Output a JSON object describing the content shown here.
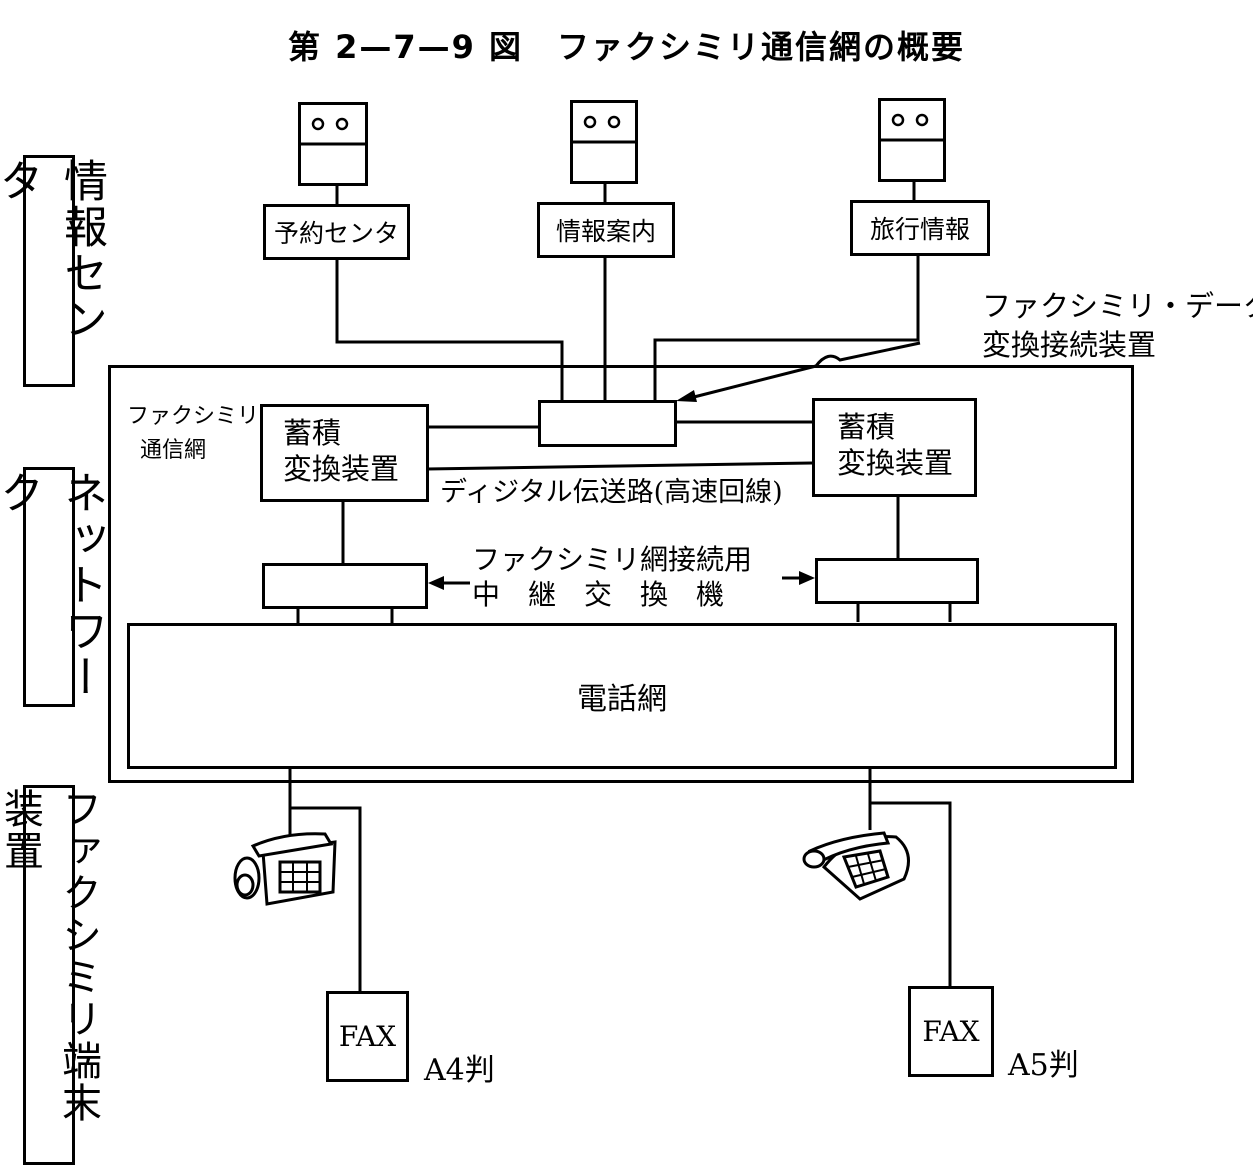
{
  "title": "第 2—7—9 図　ファクシミリ通信網の概要",
  "sections": {
    "info_center": "情報センタ",
    "network": "ネットワーク",
    "terminal": "ファクシミリ端末装置"
  },
  "centers": [
    "予約センタ",
    "情報案内",
    "旅行情報"
  ],
  "converter_label_line1": "ファクシミリ・データ",
  "converter_label_line2": "変換接続装置",
  "network_label_line1": "ファクシミリ",
  "network_label_line2": "通信網",
  "storage_left_line1": "蓄積",
  "storage_left_line2": "変換装置",
  "storage_right_line1": "蓄積",
  "storage_right_line2": "変換装置",
  "digital_line": "ディジタル伝送路(高速回線)",
  "relay_line1": "ファクシミリ網接続用",
  "relay_line2": "中　継　交　換　機",
  "phone_net": "電話網",
  "fax_left": "FAX",
  "fax_right": "FAX",
  "fax_left_size": "A4判",
  "fax_right_size": "A5判"
}
